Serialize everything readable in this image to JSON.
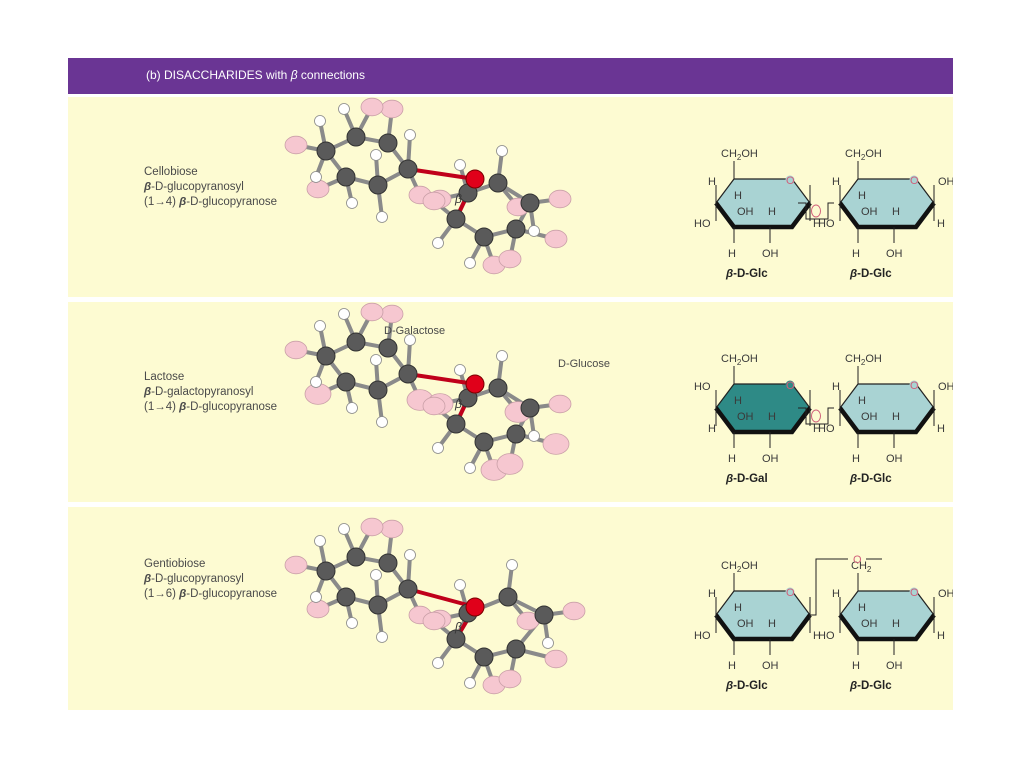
{
  "header": {
    "title_prefix": "(b) DISACCHARIDES with ",
    "title_beta": "β",
    "title_suffix": " connections"
  },
  "glyphs": {
    "beta": "β",
    "oxygen": "O"
  },
  "labels": {
    "H": "H",
    "OH": "OH",
    "HO": "HO",
    "CH2OH_a": "CH",
    "CH2OH_sub": "2",
    "CH2OH_b": "OH",
    "CH2_a": "CH",
    "CH2_sub": "2"
  },
  "panels": [
    {
      "name": "Cellobiose",
      "systematic_line1_prefix": "β",
      "systematic_line1_rest": "-D-glucopyranosyl",
      "systematic_line2_prefix": "(1→4) ",
      "systematic_line2_beta": "β",
      "systematic_line2_rest": "-D-glucopyranose",
      "left_ring_caption_beta": "β",
      "left_ring_caption_rest": "-D-Glc",
      "right_ring_caption_beta": "β",
      "right_ring_caption_rest": "-D-Glc"
    },
    {
      "name": "Lactose",
      "systematic_line1_prefix": "β",
      "systematic_line1_rest": "-D-galactopyranosyl",
      "systematic_line2_prefix": "(1→4) ",
      "systematic_line2_beta": "β",
      "systematic_line2_rest": "-D-glucopyranose",
      "left_part_label": "D-Galactose",
      "right_part_label": "D-Glucose",
      "left_ring_caption_beta": "β",
      "left_ring_caption_rest": "-D-Gal",
      "right_ring_caption_beta": "β",
      "right_ring_caption_rest": "-D-Glc"
    },
    {
      "name": "Gentiobiose",
      "systematic_line1_prefix": "β",
      "systematic_line1_rest": "-D-glucopyranosyl",
      "systematic_line2_prefix": "(1→6) ",
      "systematic_line2_beta": "β",
      "systematic_line2_rest": "-D-glucopyranose",
      "left_ring_caption_beta": "β",
      "left_ring_caption_rest": "-D-Glc",
      "right_ring_caption_beta": "β",
      "right_ring_caption_rest": "-D-Glc"
    }
  ],
  "colors": {
    "header_bg": "#6a3594",
    "panel_bg": "#fdfbd2",
    "glucose_ring": "#a9d3d3",
    "galactose_ring": "#2e8a86",
    "carbon": "#5a5a5a",
    "hydrogen": "#ffffff",
    "oxygen": "#f6c7d0",
    "glycosidic_oxygen": "#e0001a",
    "glycosidic_bond": "#c0001a"
  }
}
